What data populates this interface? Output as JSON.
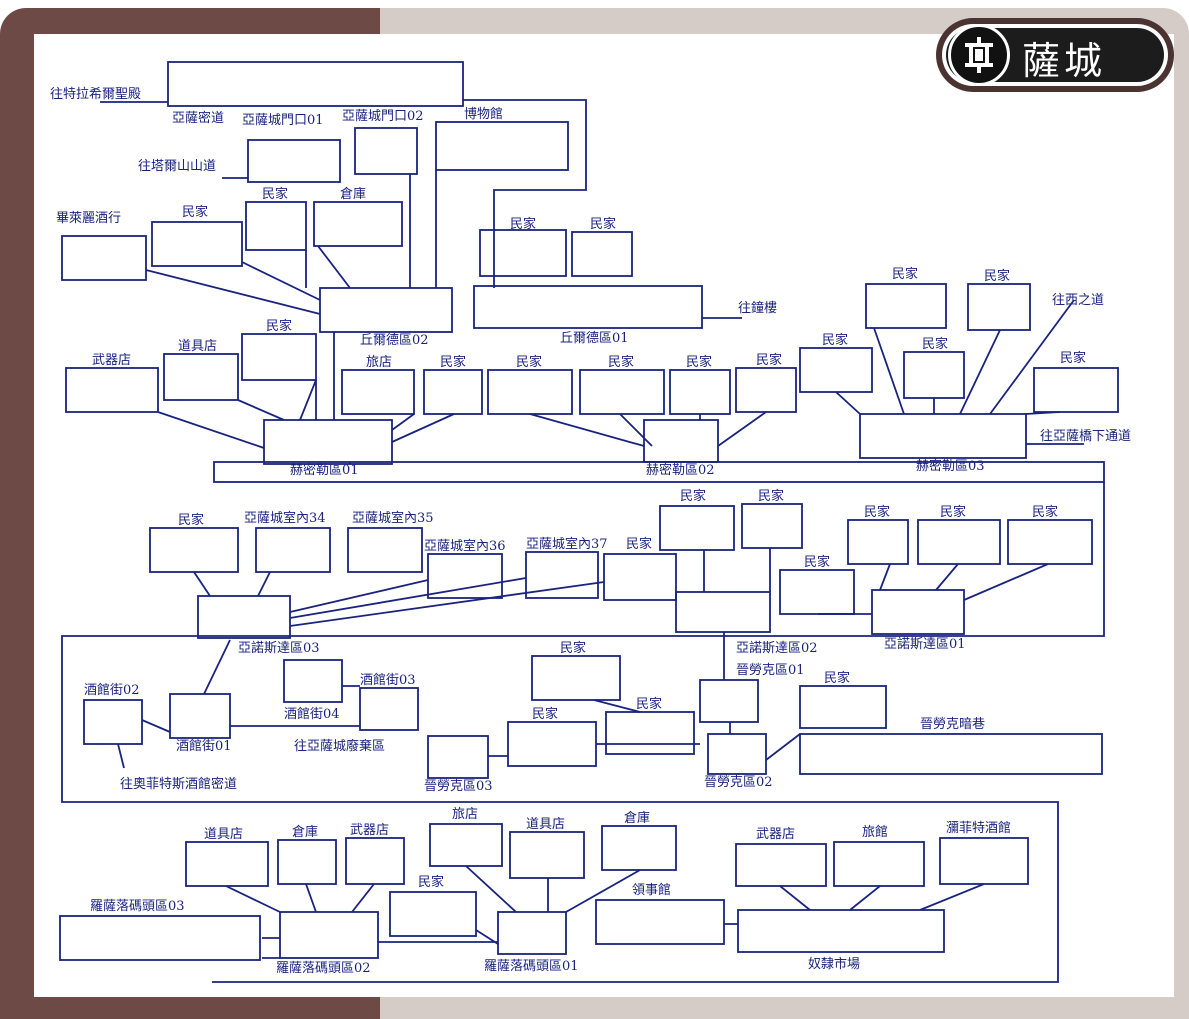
{
  "header": {
    "title": "薩城",
    "logo_icon": "sa-city-emblem-icon"
  },
  "colors": {
    "frame_dark": "#6e4a46",
    "frame_light": "#d6ccc7",
    "line": "#1a237e",
    "badge": "#1c1c1c"
  },
  "labels": {
    "to_temple": "往特拉希爾聖殿",
    "secret_path": "亞薩密道",
    "gate01": "亞薩城門口01",
    "gate02": "亞薩城門口02",
    "museum": "博物館",
    "to_mountain": "往塔爾山山道",
    "liquor": "畢萊麗酒行",
    "house": "民家",
    "warehouse": "倉庫",
    "to_bell_tower": "往鐘樓",
    "qiu02": "丘爾德區02",
    "qiu01": "丘爾德區01",
    "weapon": "武器店",
    "tool": "道具店",
    "inn": "旅店",
    "to_west": "往西之道",
    "he01": "赫密勒區01",
    "he02": "赫密勒區02",
    "he03": "赫密勒區03",
    "to_underpass": "往亞薩橋下通道",
    "indoor34": "亞薩城室內34",
    "indoor35": "亞薩城室內35",
    "indoor36": "亞薩城室內36",
    "indoor37": "亞薩城室內37",
    "yanuo03": "亞諾斯達區03",
    "yanuo02": "亞諾斯達區02",
    "yanuo01": "亞諾斯達區01",
    "pub02": "酒館街02",
    "pub03": "酒館街03",
    "pub04": "酒館街04",
    "pub01": "酒館街01",
    "to_ruins": "往亞薩城廢棄區",
    "to_tavern_path": "往奧菲特斯酒館密道",
    "zhi01": "晉勞克區01",
    "zhi02": "晉勞克區02",
    "zhi03": "晉勞克區03",
    "zhi_alley": "晉勞克暗巷",
    "consulate": "領事館",
    "hotel": "旅館",
    "tavern": "瀰菲特酒館",
    "dock03": "羅薩落碼頭區03",
    "dock02": "羅薩落碼頭區02",
    "dock01": "羅薩落碼頭區01",
    "slave_market": "奴隸市場"
  }
}
